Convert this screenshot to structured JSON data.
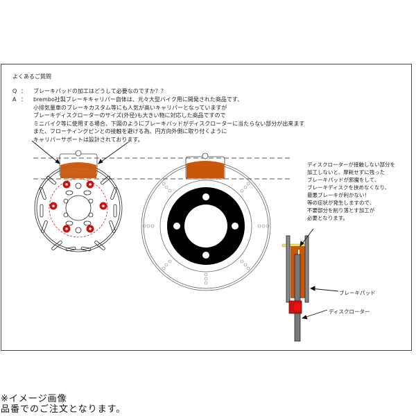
{
  "faq": {
    "title": "よくあるご質問",
    "question": {
      "label": "Q",
      "separator": "：",
      "text": "ブレーキパッドの加工はどうして必要なのですか？？"
    },
    "answer": {
      "label": "A",
      "separator": "：",
      "lines": [
        "brembo社製ブレーキキャリパー自体は、元々大型バイク用に開発された商品です、",
        "小排気量車のブレーキカスタム等にも人気が高いキャリパーとなっていますが",
        "ブレーキディスクローターのサイズ(外径)も大きい物に対応した商品ですので",
        "ミニバイク等に使用する場合、下図のようにブレーキパッドがディスクローターに当たらない部分が出来ます",
        "また、フローティングピンとの接触を避ける為、円方向外側に取り付くように",
        "キャリパーサポートは設計されております。"
      ]
    }
  },
  "side_note": {
    "lines": [
      "ディスクローターが接触しない部分を",
      "加工しないと、摩耗せずに残った",
      "ブレーキパッドが邪魔をして、",
      "ブレーキディスクを挟めなくなり、",
      "最悪ブレーキが利かない！",
      "等の症状が発生しますので、",
      "不要部分を削り落とす加工が",
      "必要となります。"
    ]
  },
  "labels": {
    "brake_pad": "ブレーキパッド",
    "disc_rotor": "ディスクローター"
  },
  "footer": {
    "line1": "※イメージ画像",
    "line2": "品番でのご注文となります。"
  },
  "colors": {
    "pad_orange": "#c8570a",
    "bolt_red": "#cc1111",
    "pin_yellow": "#f0e060",
    "frame_gray": "#444444",
    "rotor_black": "#000000"
  }
}
